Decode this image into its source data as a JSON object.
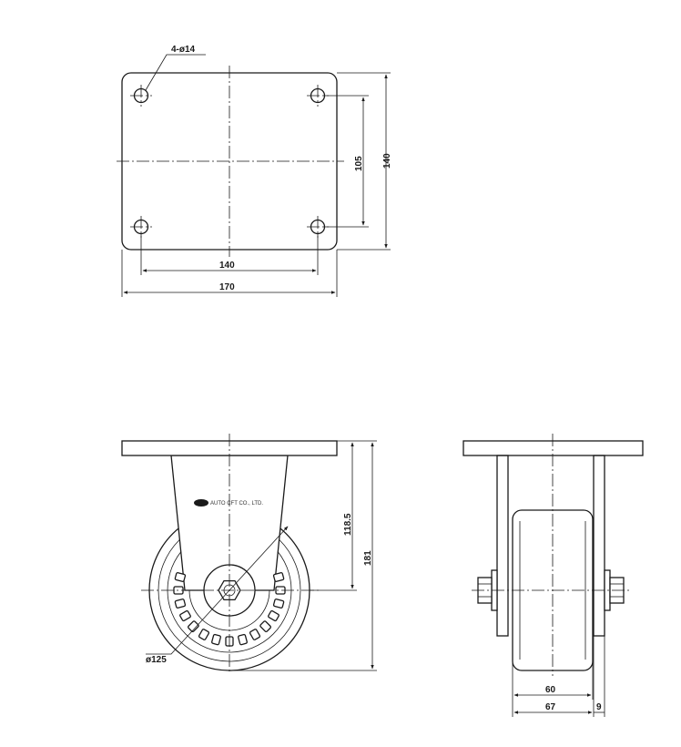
{
  "top_view": {
    "hole_callout": "4-ø14",
    "dim_hole_spacing_vertical": "105",
    "dim_plate_height": "140",
    "dim_hole_spacing_horizontal": "140",
    "dim_plate_width": "170"
  },
  "side_view": {
    "brand_text": "AUTO CFT CO., LTD.",
    "dim_axle_height": "118.5",
    "dim_total_height": "181",
    "dim_wheel_diameter": "ø125"
  },
  "front_view": {
    "dim_wheel_width": "60",
    "dim_fork_width": "67",
    "dim_plate_thickness": "9"
  }
}
